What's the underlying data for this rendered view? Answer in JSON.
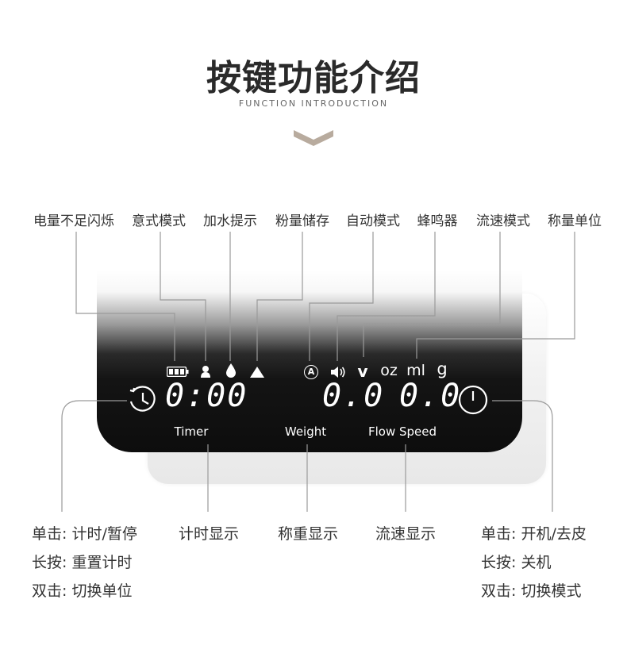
{
  "header": {
    "title": "按键功能介绍",
    "subtitle": "FUNCTION INTRODUCTION"
  },
  "top_labels": [
    "电量不足闪烁",
    "意式模式",
    "加水提示",
    "粉量储存",
    "自动模式",
    "蜂鸣器",
    "流速模式",
    "称量单位"
  ],
  "device": {
    "icons": [
      "battery-icon",
      "person-icon",
      "water-drop-icon",
      "triangle-icon",
      "auto-mode-icon",
      "speaker-icon",
      "flow-v-icon"
    ],
    "auto_glyph": "A",
    "flow_glyph": "v",
    "units": [
      "oz",
      "ml",
      "g"
    ],
    "timer_value": "0:00",
    "weight_value": "0.0",
    "flow_value": "0.0",
    "timer_label": "Timer",
    "weight_label": "Weight",
    "flow_label": "Flow Speed",
    "left_button_icon": "timer-icon",
    "right_button_icon": "power-icon"
  },
  "bottom": {
    "left": [
      "单击: 计时/暂停",
      "长按: 重置计时",
      "双击: 切换单位"
    ],
    "timer_display": "计时显示",
    "weight_display": "称重显示",
    "flow_display": "流速显示",
    "right": [
      "单击: 开机/去皮",
      "长按: 关机",
      "双击: 切换模式"
    ]
  },
  "colors": {
    "accent_chevron": "#b8ab9e",
    "panel_dark": "#111111",
    "line_gray": "#9a9a9a"
  }
}
